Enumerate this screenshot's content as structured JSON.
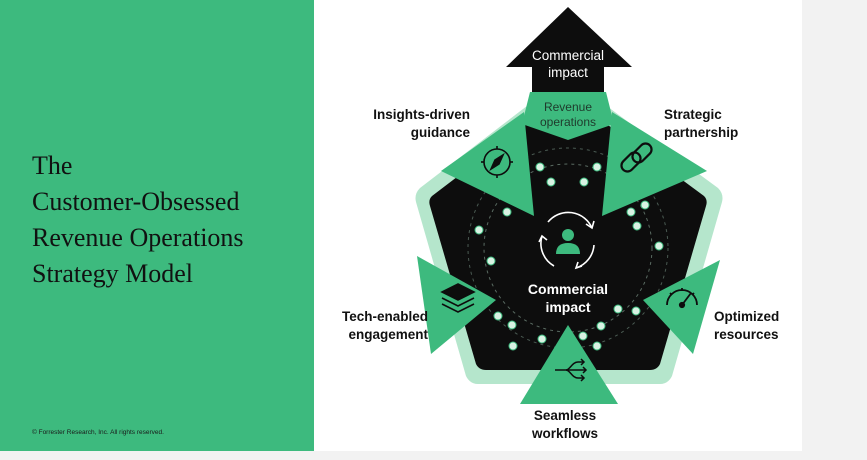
{
  "title": {
    "line1": "The",
    "line2": "Customer-Obsessed",
    "line3": "Revenue Operations",
    "line4": "Strategy Model"
  },
  "copyright": "© Forrester Research, Inc. All rights reserved.",
  "arrow_label": {
    "line1": "Commercial",
    "line2": "impact"
  },
  "top_segment": {
    "line1": "Revenue",
    "line2": "operations"
  },
  "center_label": {
    "line1": "Commercial",
    "line2": "impact"
  },
  "segments": {
    "insights": {
      "line1": "Insights-driven",
      "line2": "guidance",
      "icon": "compass-icon"
    },
    "strategic": {
      "line1": "Strategic",
      "line2": "partnership",
      "icon": "link-icon"
    },
    "tech": {
      "line1": "Tech-enabled",
      "line2": "engagement",
      "icon": "layers-icon"
    },
    "optimized": {
      "line1": "Optimized",
      "line2": "resources",
      "icon": "gauge-icon"
    },
    "seamless": {
      "line1": "Seamless",
      "line2": "workflows",
      "icon": "flow-icon"
    }
  },
  "colors": {
    "green": "#3dba7e",
    "light_green": "#b5e6cc",
    "dark": "#0d0d0d",
    "dot": "#d9f2e3"
  }
}
